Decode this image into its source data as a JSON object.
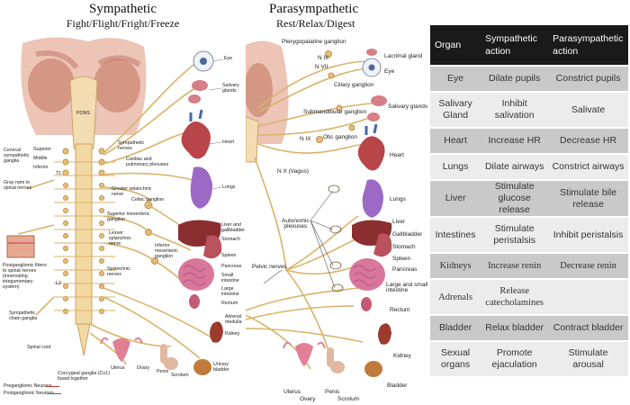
{
  "sympathetic": {
    "title": "Sympathetic",
    "subtitle": "Fight/Flight/Fright/Freeze",
    "labels": {
      "eye": "Eye",
      "salivary": "Salivary\nglands",
      "heart": "Heart",
      "lungs": "Lungs",
      "liver": "Liver and\ngallbladder",
      "stomach": "Stomach",
      "spleen": "Spleen",
      "pancreas": "Pancreas",
      "small_intestine": "Small\nintestine",
      "large_intestine": "Large\nintestine",
      "rectum": "Rectum",
      "adrenal": "Adrenal\nmedulla",
      "kidney": "Kidney",
      "bladder": "Urinary\nbladder",
      "pons": "PONS",
      "cervical": "Cervical\nsympathetic\nganglia",
      "superior": "Superior",
      "middle": "Middle",
      "inferior": "Inferior",
      "gray_rami": "Gray rami to\nspinal nerves",
      "postganglionic": "Postganglionic fibers\nto spinal nerves\n(innervating\nintegumentary\nsystem)",
      "chain": "Sympathetic\nchain ganglia",
      "spinal_cord": "Spinal cord",
      "coccygeal": "Coccygeal ganglia (Co1)\nfused together",
      "uterus": "Uterus",
      "ovary": "Ovary",
      "penis": "Penis",
      "scrotum": "Scrotum",
      "symp_nerves": "Sympathetic\nnerves",
      "cardiac": "Cardiac and\npulmonary plexuses",
      "greater": "Greater splanchnic\nnerve",
      "celiac": "Celiac ganglion",
      "sup_mes": "Superior mesenteric\nganglion",
      "lesser": "Lesser\nsplanchnic\nnerve",
      "inf_mes": "Inferior\nmesenteric\nganglion",
      "splanchnic": "Splanchnic\nnerves",
      "t1": "T1",
      "l2": "L2",
      "pre_legend": "Preganglionic Neurons",
      "post_legend": "Postganglionic Neurons"
    }
  },
  "parasympathetic": {
    "title": "Parasympathetic",
    "subtitle": "Rest/Relax/Digest",
    "labels": {
      "pterygo": "Pterygopalatine ganglion",
      "lacrimal": "Lacrimal gland",
      "eye": "Eye",
      "n3": "N III",
      "n7": "N VII",
      "ciliary": "Ciliary ganglion",
      "submand": "Submandibular ganglion",
      "salivary": "Salivary glands",
      "n9": "N IX",
      "otic": "Otic ganglion",
      "heart": "Heart",
      "vagus": "N X (Vagus)",
      "lungs": "Lungs",
      "autonomic": "Autonomic\nplexuses",
      "liver": "Liver",
      "gallbladder": "Gallbladder",
      "stomach": "Stomach",
      "spleen": "Spleen",
      "pancreas": "Pancreas",
      "large_small": "Large and small\nintestine",
      "pelvic": "Pelvic nerves",
      "rectum": "Rectum",
      "kidney": "Kidney",
      "bladder": "Bladder",
      "uterus": "Uterus",
      "ovary": "Ovary",
      "penis": "Penis",
      "scrotum": "Scrotum"
    }
  },
  "table": {
    "headers": [
      "Organ",
      "Sympathetic action",
      "Parasympathetic action"
    ],
    "rows": [
      [
        "Eye",
        "Dilate pupils",
        "Constrict pupils"
      ],
      [
        "Salivary Gland",
        "Inhibit salivation",
        "Salivate"
      ],
      [
        "Heart",
        "Increase HR",
        "Decrease HR"
      ],
      [
        "Lungs",
        "Dilate airways",
        "Constrict airways"
      ],
      [
        "Liver",
        "Stimulate glucose release",
        "Stimulate bile release"
      ],
      [
        "Intestines",
        "Stimulate peristalsis",
        "Inhibit peristalsis"
      ],
      [
        "Kidneys",
        "Increase renin",
        "Decrease renin"
      ],
      [
        "Adrenals",
        "Release catecholamines",
        ""
      ],
      [
        "Bladder",
        "Relax bladder",
        "Contract bladder"
      ],
      [
        "Sexual organs",
        "Promote ejaculation",
        "Stimulate arousal"
      ]
    ]
  },
  "colors": {
    "nerve": "#d9b36a",
    "organ_red": "#b8454a",
    "organ_pink": "#d9779b",
    "lung_purple": "#9c6ac4",
    "header_bg": "#1a1a1a",
    "row_dark": "#c9c9c9",
    "row_light": "#ececec",
    "pre_legend": "#c0392b",
    "post_legend": "#2e6fbf"
  }
}
